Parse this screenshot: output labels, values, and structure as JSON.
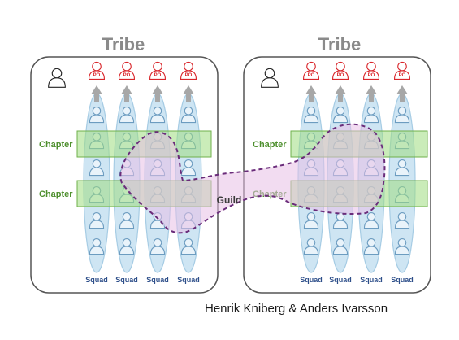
{
  "diagram": {
    "tribe_label": "Tribe",
    "chapter_label": "Chapter",
    "guild_label": "Guild",
    "squad_label": "Squad",
    "po_label": "PO",
    "tribes": [
      {
        "name": "Tribe",
        "chapters": [
          "Chapter",
          "Chapter"
        ],
        "squads": [
          "Squad",
          "Squad",
          "Squad",
          "Squad"
        ]
      },
      {
        "name": "Tribe",
        "chapters": [
          "Chapter",
          "Chapter"
        ],
        "squads": [
          "Squad",
          "Squad",
          "Squad",
          "Squad"
        ]
      }
    ],
    "icons": {
      "person": "person-icon",
      "product_owner": "product-owner-icon",
      "arrow": "arrow-up-icon"
    },
    "colors": {
      "tribe_title": "#8a8a8a",
      "box_border": "#555555",
      "squad_fill": "#c9e3f2",
      "squad_border": "#9dc7e2",
      "member_stroke": "#6c9cc0",
      "chapter_fill": "#9fdc80",
      "chapter_border": "#6fb04a",
      "chapter_text": "#4e8f2e",
      "guild_fill": "#e7bfe6",
      "guild_border": "#6a2c7a",
      "po_red": "#d9262b",
      "squad_text": "#2e4f8a"
    }
  },
  "credit": "Henrik Kniberg & Anders Ivarsson"
}
